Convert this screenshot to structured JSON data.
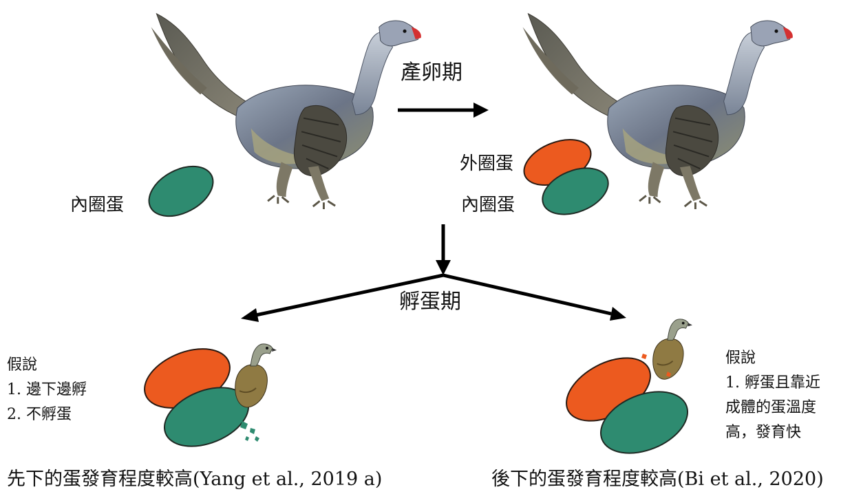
{
  "stages": {
    "laying": "產卵期",
    "incubation": "孵蛋期"
  },
  "eggs": {
    "inner": "內圈蛋",
    "outer": "外圈蛋"
  },
  "hypothesis_left": {
    "title": "假說",
    "items": [
      "1.  邊下邊孵",
      "2.  不孵蛋"
    ]
  },
  "hypothesis_right": {
    "title": "假說",
    "lines": [
      "1. 孵蛋且靠近",
      "成體的蛋溫度",
      "高，發育快"
    ]
  },
  "captions": {
    "left": "先下的蛋發育程度較高(Yang et al., 2019 a)",
    "right": "後下的蛋發育程度較高(Bi et al., 2020)"
  },
  "colors": {
    "inner_egg": "#2e8b70",
    "outer_egg": "#ec5a1f"
  }
}
